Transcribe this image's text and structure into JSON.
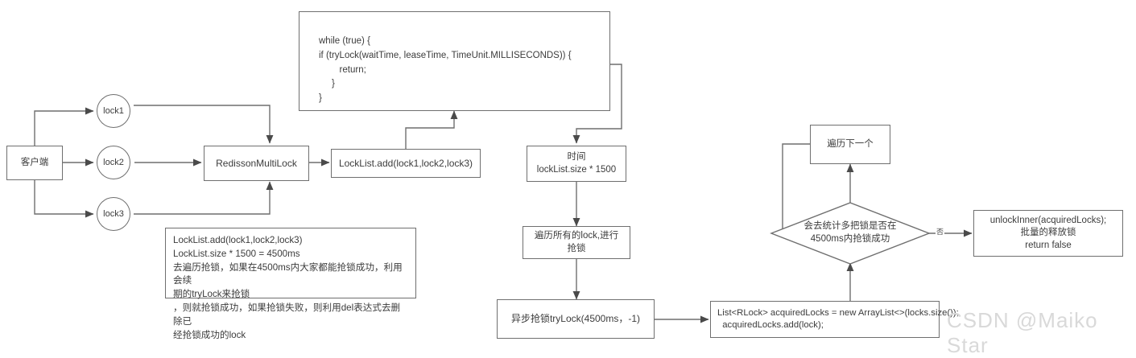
{
  "diagram": {
    "title": "Redisson MultiLock flow",
    "watermark": "CSDN @Maiko Star",
    "stroke_color": "#6f6f6f",
    "text_color": "#3c3c3c",
    "background": "#ffffff"
  },
  "nodes": {
    "client": {
      "label": "客户端"
    },
    "lock1": {
      "label": "lock1"
    },
    "lock2": {
      "label": "lock2"
    },
    "lock3": {
      "label": "lock3"
    },
    "redisson_multilock": {
      "label": "RedissonMultiLock"
    },
    "code_block": {
      "label": "while (true) {\nif (tryLock(waitTime, leaseTime, TimeUnit.MILLISECONDS)) {\n        return;\n     }\n}"
    },
    "locklist_add": {
      "label": "LockList.add(lock1,lock2,lock3)"
    },
    "annotation": {
      "label": "LockList.add(lock1,lock2,lock3)\nLockList.size * 1500 = 4500ms\n去遍历抢锁，如果在4500ms内大家都能抢锁成功，利用会续\n期的tryLock来抢锁\n，则就抢锁成功，如果抢锁失败，则利用del表达式去删除已\n经抢锁成功的lock"
    },
    "time_box": {
      "label": "时间\nlockList.size * 1500"
    },
    "traverse_locks": {
      "label": "遍历所有的lock,进行\n抢锁"
    },
    "async_trylock": {
      "label": "异步抢锁tryLock(4500ms，-1)"
    },
    "acquired_locks": {
      "label": "List<RLock> acquiredLocks = new ArrayList<>(locks.size());\n  acquiredLocks.add(lock);"
    },
    "decision": {
      "label": "会去统计多把锁是否在\n4500ms内抢锁成功"
    },
    "next_one": {
      "label": "遍历下一个"
    },
    "unlock_inner": {
      "label": "unlockInner(acquiredLocks);\n批量的释放锁\nreturn false"
    }
  },
  "edge_labels": {
    "decision_no": "否"
  }
}
